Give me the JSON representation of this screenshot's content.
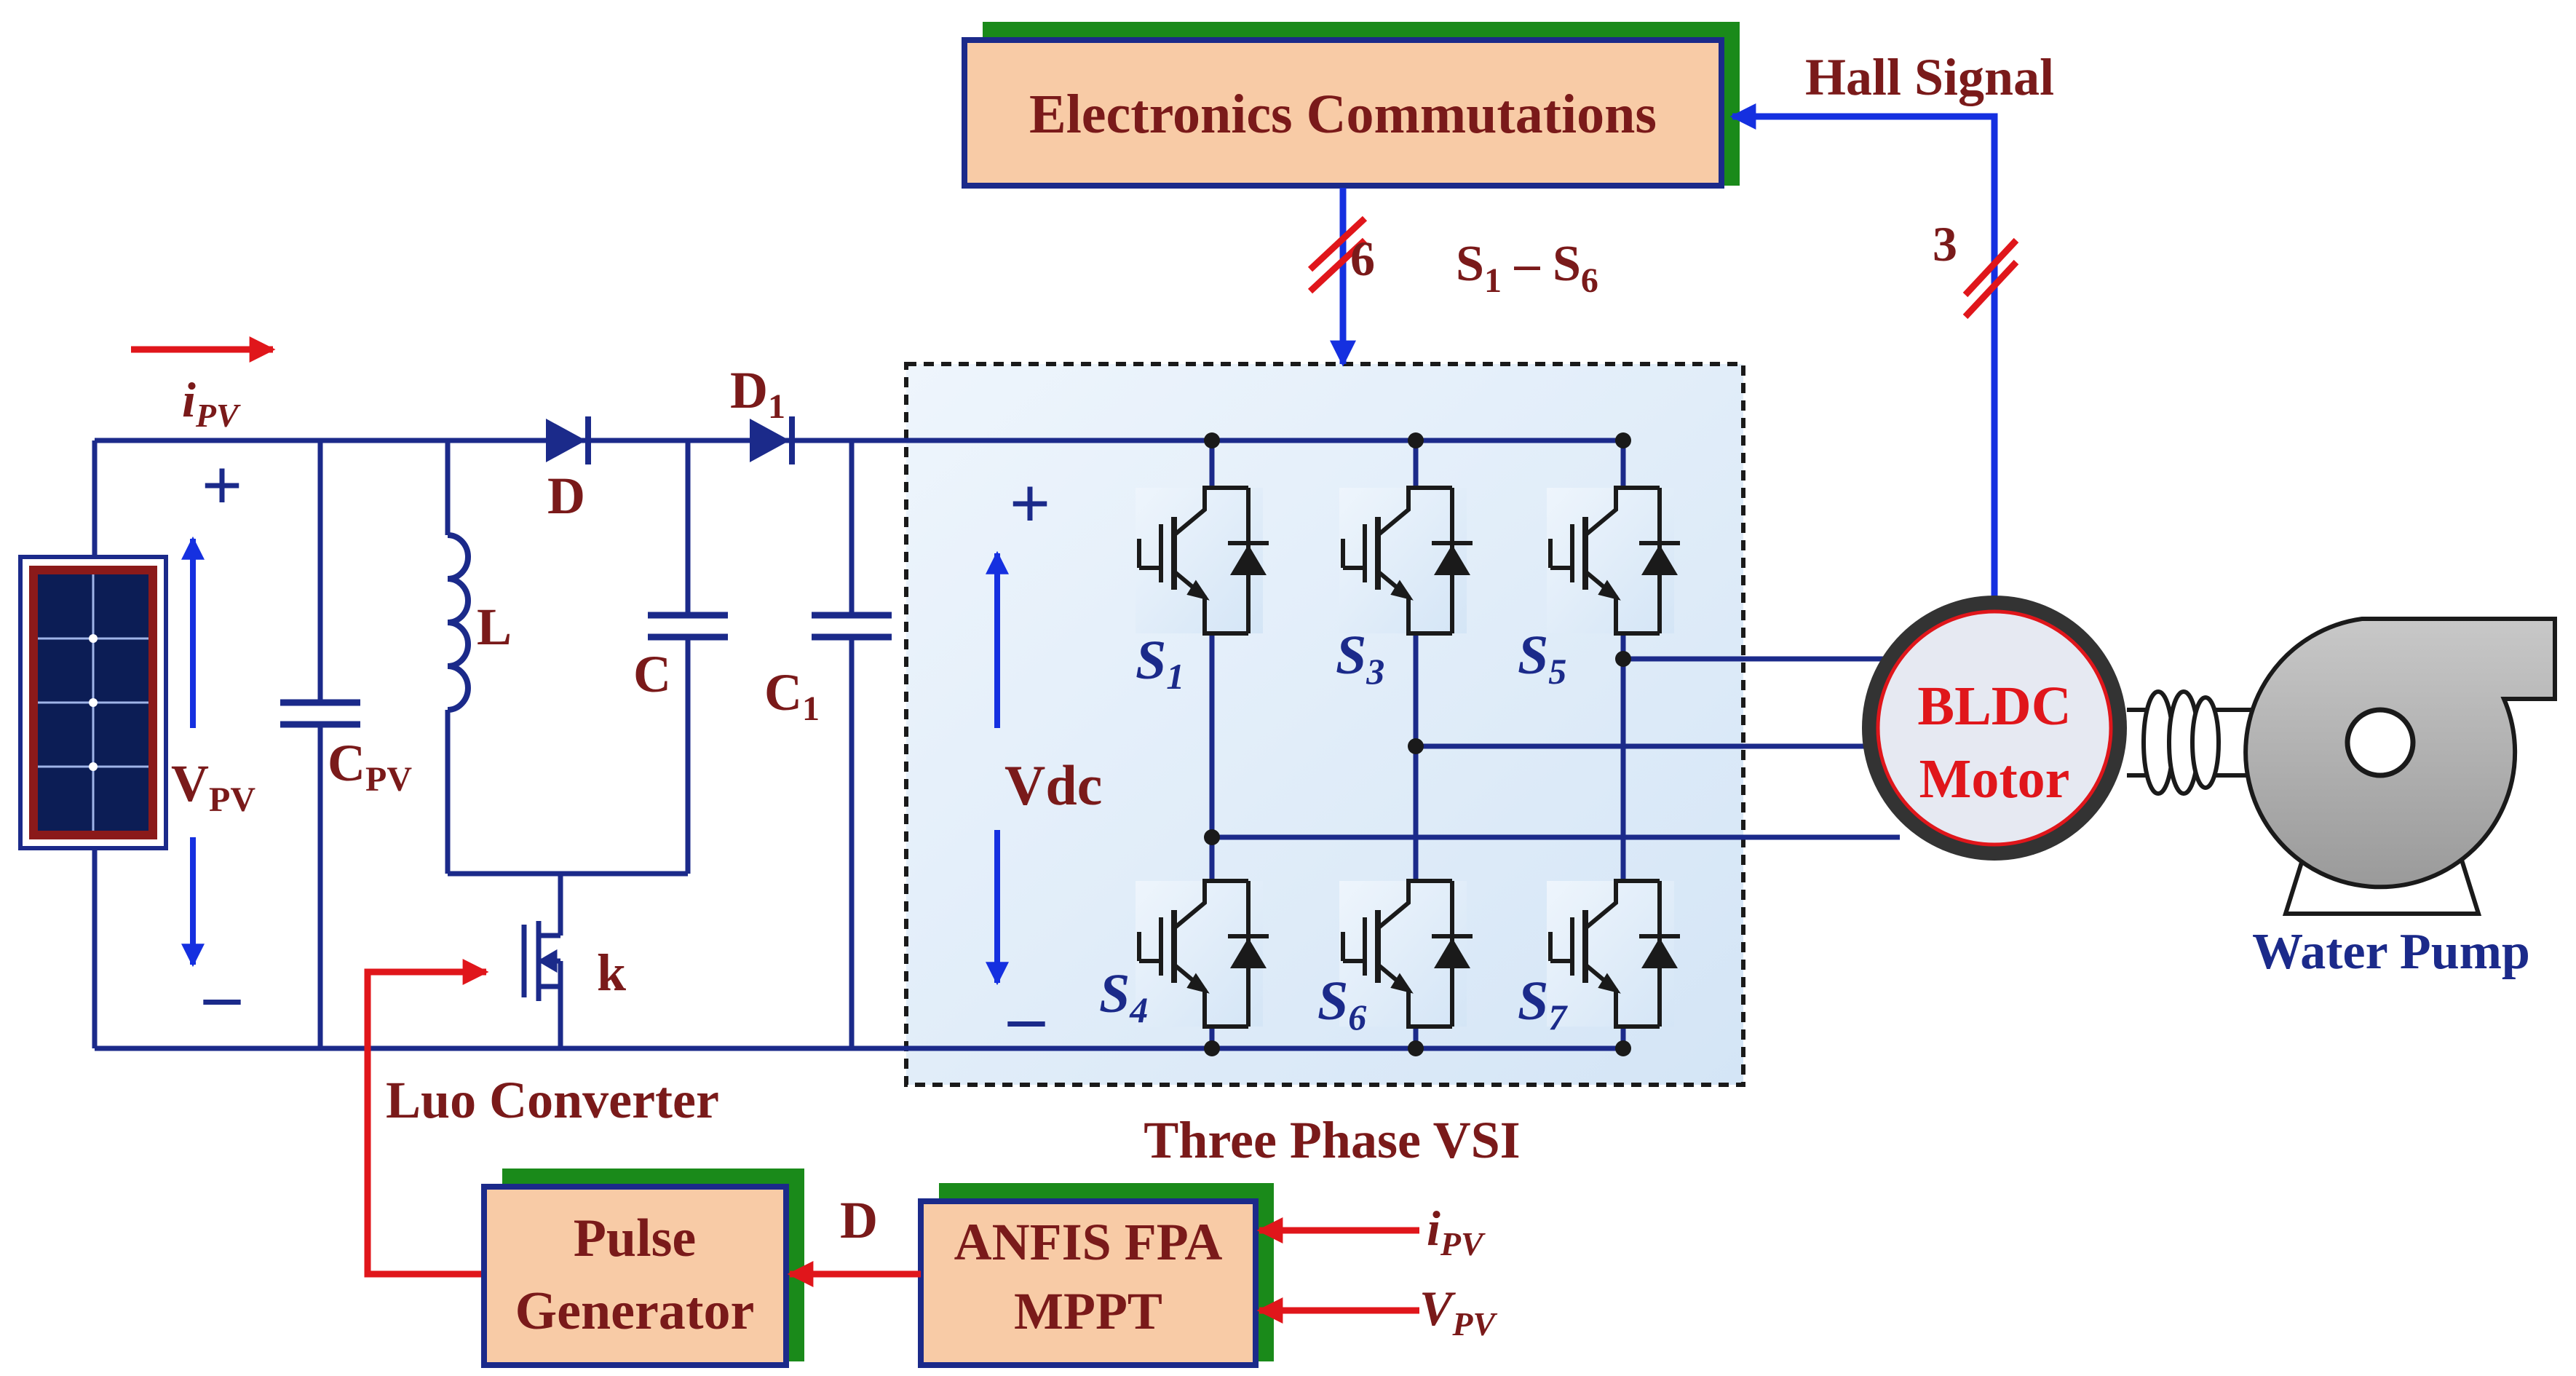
{
  "blocks": {
    "commutation": "Electronics Commutations",
    "pulse_line1": "Pulse",
    "pulse_line2": "Generator",
    "mppt_line1": "ANFIS FPA",
    "mppt_line2": "MPPT",
    "motor_line1": "BLDC",
    "motor_line2": "Motor",
    "pump": "Water Pump",
    "vsi": "Three Phase VSI",
    "luo": "Luo Converter"
  },
  "signals": {
    "hall": "Hall Signal",
    "hall_count": "3",
    "gate_count": "6",
    "switch_range_prefix": "S",
    "switch_range_sub1": "1",
    "switch_range_dash": " – S",
    "switch_range_sub2": "6",
    "duty": "D",
    "ipv_main": "i",
    "pv_sub": "PV",
    "ipv_in": "i",
    "vpv_in": "V"
  },
  "components": {
    "diode_d": "D",
    "diode_d1": "D",
    "diode_d1_sub": "1",
    "inductor": "L",
    "cap_c": "C",
    "cap_c1": "C",
    "cap_c1_sub": "1",
    "cap_cpv": "C",
    "cap_cpv_sub": "PV",
    "vpv": "V",
    "vpv_sub": "PV",
    "switch_k": "k",
    "vdc": "Vdc",
    "plus": "+",
    "minus": "–"
  },
  "switches": [
    {
      "name": "S",
      "sub": "1"
    },
    {
      "name": "S",
      "sub": "3"
    },
    {
      "name": "S",
      "sub": "5"
    },
    {
      "name": "S",
      "sub": "4"
    },
    {
      "name": "S",
      "sub": "6"
    },
    {
      "name": "S",
      "sub": "7"
    }
  ],
  "colors": {
    "wire": "#1b2a8a",
    "signal": "#1530e0",
    "pwm": "#e0161b",
    "label": "#7a1a1a",
    "block_fill": "#f8cba6",
    "block_shadow": "#1a8a1a",
    "vsi_fill": "#dce9f7"
  }
}
